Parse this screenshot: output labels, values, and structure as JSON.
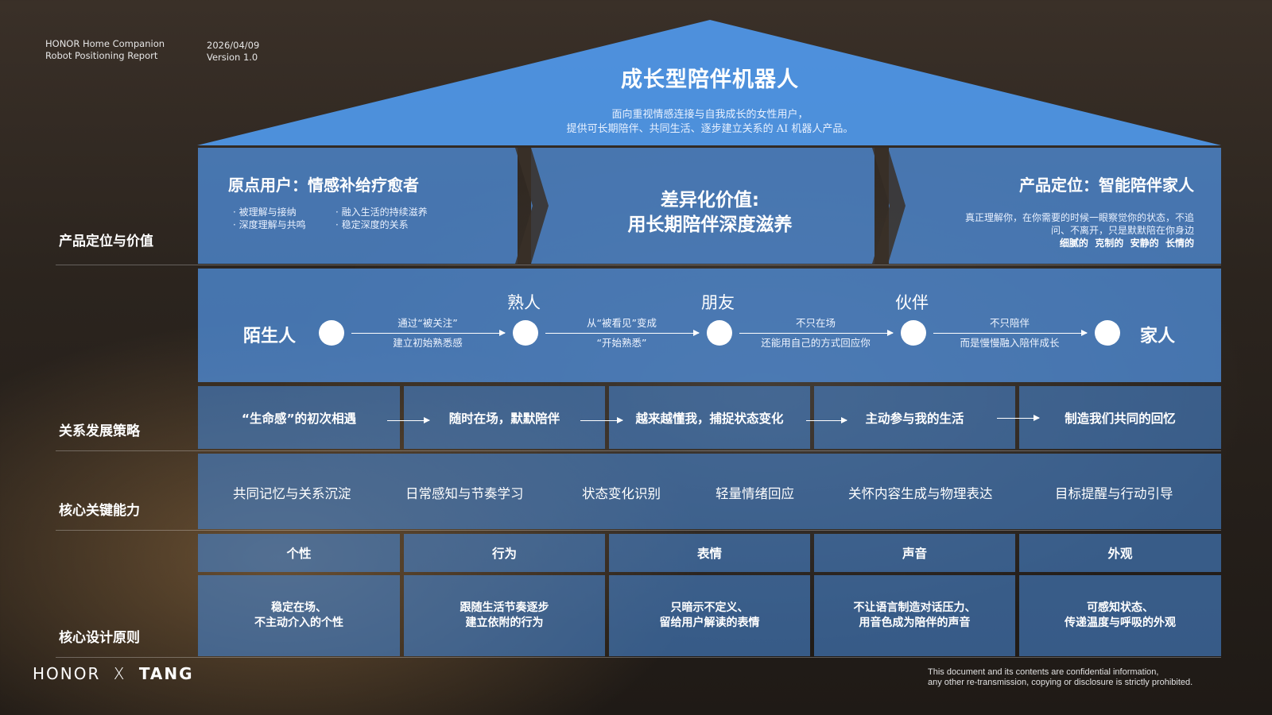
{
  "header": {
    "report_line1": "HONOR Home Companion",
    "report_line2": "Robot Positioning Report",
    "date": "2026/04/09",
    "version": "Version 1.0"
  },
  "roof": {
    "title": "成长型陪伴机器人",
    "desc_line1": "面向重视情感连接与自我成长的女性用户，",
    "desc_line2": "提供可长期陪伴、共同生活、逐步建立关系的 AI 机器人产品。"
  },
  "row_labels": {
    "positioning": "产品定位与价值",
    "strategy": "关系发展策略",
    "capabilities": "核心关键能力",
    "design": "核心设计原则"
  },
  "positioning": {
    "left_title": "原点用户：情感补给疗愈者",
    "left_bullets": [
      "被理解与接纳",
      "深度理解与共鸣",
      "融入生活的持续滋养",
      "稳定深度的关系"
    ],
    "center_line1": "差异化价值:",
    "center_line2": "用长期陪伴深度滋养",
    "right_title": "产品定位：智能陪伴家人",
    "right_desc_line1": "真正理解你，在你需要的时候一眼察觉你的状态，不追",
    "right_desc_line2": "问、不离开，只是默默陪在你身边",
    "right_tags": "细腻的  克制的  安静的  长情的"
  },
  "journey": {
    "stages": [
      "陌生人",
      "熟人",
      "朋友",
      "伙伴",
      "家人"
    ],
    "transitions": [
      {
        "top": "通过“被关注”",
        "bottom": "建立初始熟悉感"
      },
      {
        "top": "从“被看见”变成",
        "bottom": "“开始熟悉”"
      },
      {
        "top": "不只在场",
        "bottom": "还能用自己的方式回应你"
      },
      {
        "top": "不只陪伴",
        "bottom": "而是慢慢融入陪伴成长"
      }
    ]
  },
  "strategy": [
    "“生命感”的初次相遇",
    "随时在场，默默陪伴",
    "越来越懂我，捕捉状态变化",
    "主动参与我的生活",
    "制造我们共同的回忆"
  ],
  "capabilities": [
    "共同记忆与关系沉淀",
    "日常感知与节奏学习",
    "状态变化识别",
    "轻量情绪回应",
    "关怀内容生成与物理表达",
    "目标提醒与行动引导"
  ],
  "principles": [
    {
      "head": "个性",
      "line1": "稳定在场、",
      "line2": "不主动介入的个性"
    },
    {
      "head": "行为",
      "line1": "跟随生活节奏逐步",
      "line2": "建立依附的行为"
    },
    {
      "head": "表情",
      "line1": "只暗示不定义、",
      "line2": "留给用户解读的表情"
    },
    {
      "head": "声音",
      "line1": "不让语言制造对话压力、",
      "line2": "用音色成为陪伴的声音"
    },
    {
      "head": "外观",
      "line1": "可感知状态、",
      "line2": "传递温度与呼吸的外观"
    }
  ],
  "footer": {
    "brand_left": "HONOR",
    "brand_x": "X",
    "brand_right": "TANG",
    "disclaimer_line1": "This document and its contents are confidential information,",
    "disclaimer_line2": "any other re-transmission, copying or disclosure is strictly prohibited."
  },
  "colors": {
    "accent": "#4f96e6",
    "band": "#4682cd",
    "node": "#ffffff"
  }
}
